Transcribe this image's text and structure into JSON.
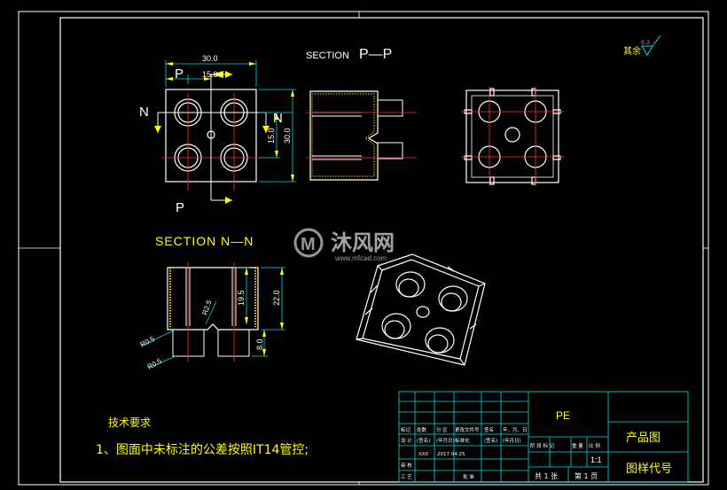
{
  "drawing": {
    "section_pp_word": "SECTION",
    "section_pp_letters": "P—P",
    "section_nn": "SECTION N—N",
    "label_p": "P",
    "label_n": "N",
    "surface_note": "其余",
    "surface_value": "6.3"
  },
  "dimensions": {
    "top_width": "30.0",
    "top_half": "15.0",
    "right_half": "15.0",
    "right_total": "30.0",
    "nn_depth": "19.5",
    "nn_total": "22.0",
    "nn_radius": "R2.5",
    "nn_r05": "R0.5",
    "nn_r05b": "R0.5",
    "nn_foot": "8.0"
  },
  "watermark": {
    "brand": "沐风网",
    "url": "www.mfcad.com"
  },
  "tech_requirements": {
    "title": "技术要求",
    "item1": "1、图面中未标注的公差按照IT14管控;"
  },
  "title_block": {
    "material": "PE",
    "product": "产品图",
    "drawing_code": "图样代号",
    "scale": "1:1",
    "sheet_total": "共 1 张",
    "sheet_num": "第 1 页",
    "designer_row": "设 计",
    "signature": "(签名)",
    "date_hint": "(年月日)",
    "standardize": "标准化",
    "signature2": "(签名)",
    "date_hint2": "(年月日)",
    "designer_name": "XXX",
    "date": "2017.04.25",
    "headers": [
      "标记",
      "处数",
      "分 区",
      "更改文件号",
      "签名",
      "年、月、日"
    ],
    "stage_headers": [
      "阶 段 标 记",
      "重 量",
      "比 例"
    ],
    "review": "审 核",
    "process": "工 艺",
    "approve": "批 准"
  }
}
